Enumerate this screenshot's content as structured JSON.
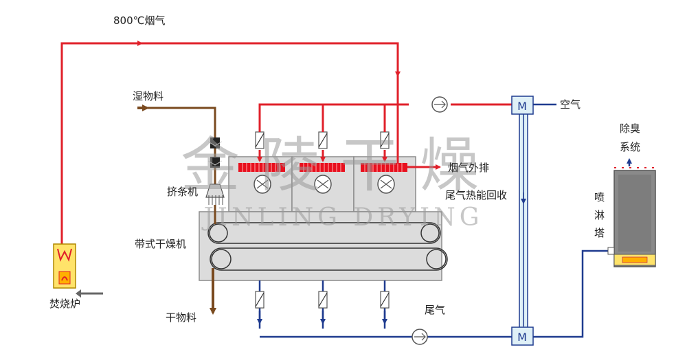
{
  "labels": {
    "flue_gas_800": "800℃烟气",
    "wet_material": "湿物料",
    "extruder": "挤条机",
    "belt_dryer": "带式干燥机",
    "incinerator": "焚烧炉",
    "dry_material": "干物料",
    "air": "空气",
    "deodorize_line1": "除臭",
    "deodorize_line2": "系统",
    "spray_tower_1": "喷",
    "spray_tower_2": "淋",
    "spray_tower_3": "塔",
    "flue_exhaust": "烟气外排",
    "heat_recovery": "尾气热能回收",
    "tail_gas": "尾气"
  },
  "watermark": {
    "chinese": "金陵干燥",
    "latin": "JINLING DRYING"
  },
  "colors": {
    "hot_line": "#e0202a",
    "cold_line": "#1f3b8f",
    "material_line": "#7a4a1f",
    "dryer_fill": "#dcdcdc",
    "dryer_stroke": "#8c8c8c",
    "heater_fill": "#e8101e",
    "tower_fill": "#8a8a8a",
    "furnace_fill": "#ffe36a"
  }
}
